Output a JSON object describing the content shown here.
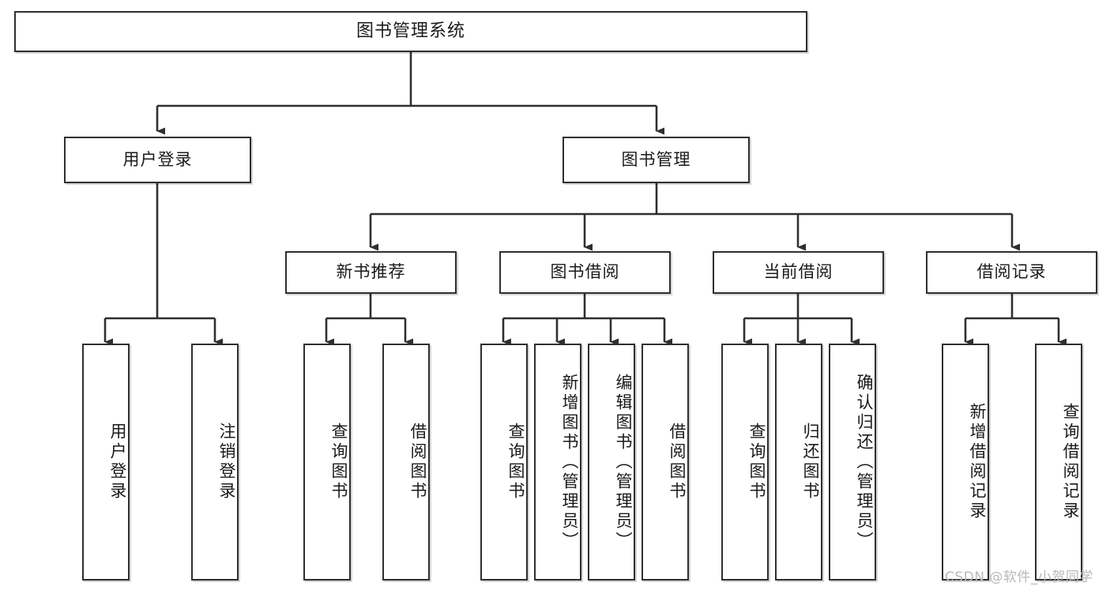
{
  "diagram": {
    "title": "图书管理系统",
    "watermark": "CSDN @软件_小贺同学",
    "colors": {
      "border": "#2f2f2f",
      "background": "#ffffff",
      "text": "#1a1a1a",
      "connector": "#2f2f2f",
      "watermark": "#b9b9b9"
    },
    "root": {
      "label": "图书管理系统"
    },
    "level2": [
      {
        "label": "用户登录"
      },
      {
        "label": "图书管理"
      }
    ],
    "level3": [
      {
        "label": "新书推荐"
      },
      {
        "label": "图书借阅"
      },
      {
        "label": "当前借阅"
      },
      {
        "label": "借阅记录"
      }
    ],
    "leaves": {
      "user_login": [
        {
          "label": "用户登录"
        },
        {
          "label": "注销登录"
        }
      ],
      "new_book": [
        {
          "label": "查询图书"
        },
        {
          "label": "借阅图书"
        }
      ],
      "book_borrow": [
        {
          "label": "查询图书"
        },
        {
          "label": "新增图书（管理员）"
        },
        {
          "label": "编辑图书（管理员）"
        },
        {
          "label": "借阅图书"
        }
      ],
      "current_borrow": [
        {
          "label": "查询图书"
        },
        {
          "label": "归还图书"
        },
        {
          "label": "确认归还（管理员）"
        }
      ],
      "borrow_record": [
        {
          "label": "新增借阅记录"
        },
        {
          "label": "查询借阅记录"
        }
      ]
    }
  }
}
